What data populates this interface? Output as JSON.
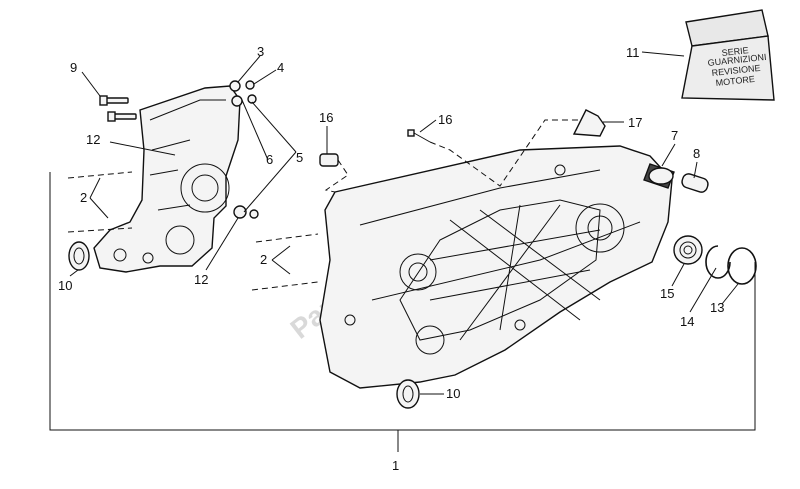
{
  "callouts": {
    "c1": "1",
    "c2a": "2",
    "c2b": "2",
    "c3": "3",
    "c4": "4",
    "c5": "5",
    "c6": "6",
    "c7": "7",
    "c8": "8",
    "c9": "9",
    "c10a": "10",
    "c10b": "10",
    "c11": "11",
    "c12a": "12",
    "c12b": "12",
    "c13": "13",
    "c14": "14",
    "c15": "15",
    "c16a": "16",
    "c16b": "16",
    "c17": "17"
  },
  "gasket_kit": {
    "line1": "SERIE",
    "line2": "GUARNIZIONI",
    "line3": "REVISIONE",
    "line4": "MOTORE"
  },
  "watermark": "PartsRepublik"
}
